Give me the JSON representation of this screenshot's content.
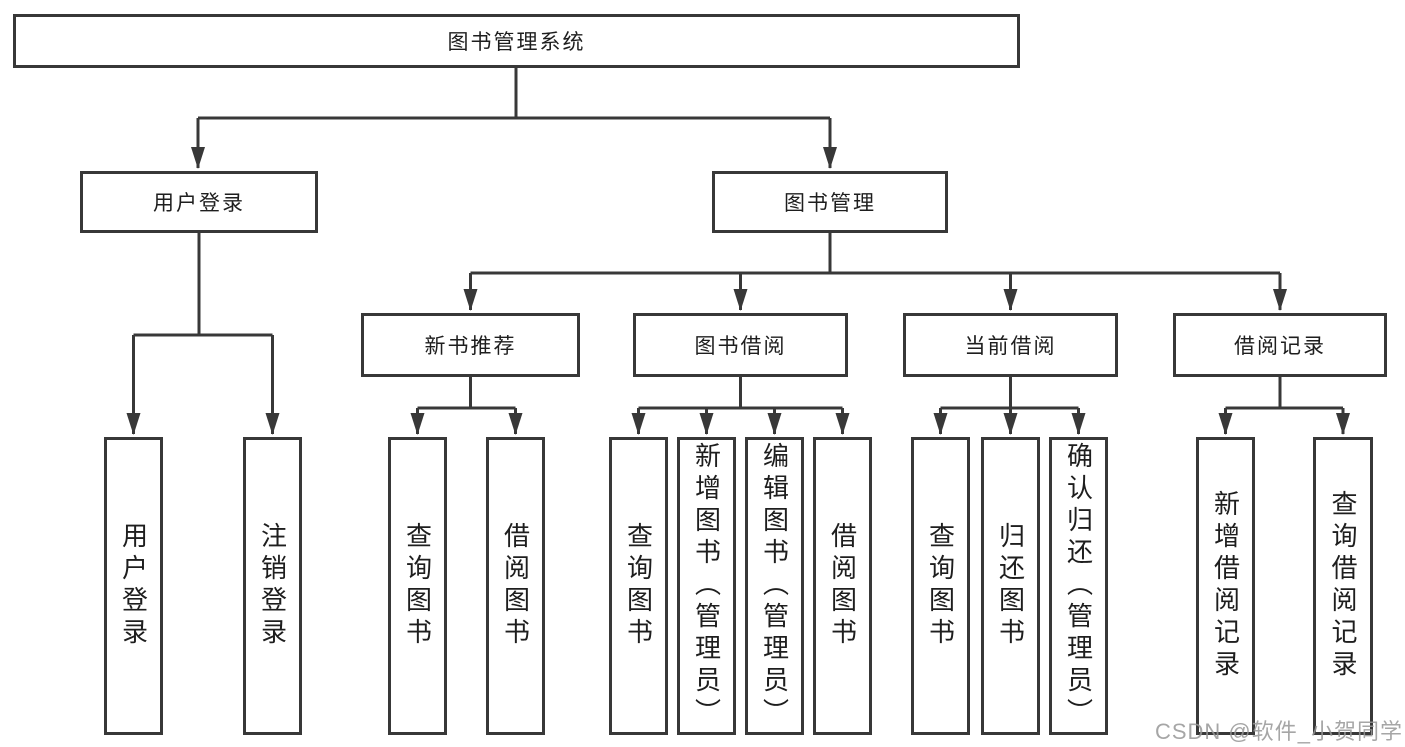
{
  "diagram": {
    "root": {
      "label": "图书管理系统"
    },
    "level2": [
      {
        "label": "用户登录"
      },
      {
        "label": "图书管理"
      }
    ],
    "level3": [
      {
        "label": "新书推荐"
      },
      {
        "label": "图书借阅"
      },
      {
        "label": "当前借阅"
      },
      {
        "label": "借阅记录"
      }
    ],
    "leaves": [
      {
        "label": "用户登录"
      },
      {
        "label": "注销登录"
      },
      {
        "label": "查询图书"
      },
      {
        "label": "借阅图书"
      },
      {
        "label": "查询图书"
      },
      {
        "label": "新增图书（管理员）"
      },
      {
        "label": "编辑图书（管理员）"
      },
      {
        "label": "借阅图书"
      },
      {
        "label": "查询图书"
      },
      {
        "label": "归还图书"
      },
      {
        "label": "确认归还（管理员）"
      },
      {
        "label": "新增借阅记录"
      },
      {
        "label": "查询借阅记录"
      }
    ],
    "watermark": "CSDN @软件_小贺同学",
    "colors": {
      "line": "#383838",
      "text": "#1e1e1e",
      "background": "#ffffff",
      "watermark": "#969696"
    }
  }
}
